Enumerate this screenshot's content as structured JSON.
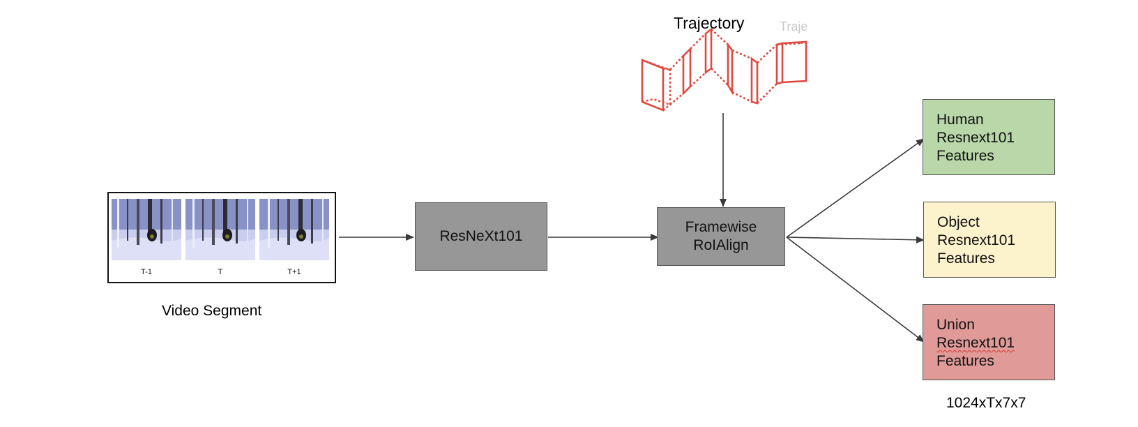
{
  "labels": {
    "trajectory": "Trajectory",
    "video_segment": "Video Segment",
    "dims": "1024xTx7x7"
  },
  "frames": [
    {
      "caption": "T-1"
    },
    {
      "caption": "T"
    },
    {
      "caption": "T+1"
    }
  ],
  "nodes": {
    "resnext": {
      "label": "ResNeXt101",
      "color": "#979797"
    },
    "roialign": {
      "line1": "Framewise",
      "line2": "RoIAlign",
      "color": "#979797"
    },
    "human": {
      "line1": "Human",
      "line2": "Resnext101",
      "line3": "Features",
      "color": "#b9d7a8"
    },
    "object": {
      "line1": "Object",
      "line2": "Resnext101",
      "line3": "Features",
      "color": "#fcf2cc"
    },
    "union": {
      "line1": "Union",
      "line2": "Resnext101",
      "line3": "Features",
      "color": "#e09a98"
    }
  },
  "colors": {
    "trajectory": "#e0493f",
    "arrow": "#3a3a3a"
  }
}
